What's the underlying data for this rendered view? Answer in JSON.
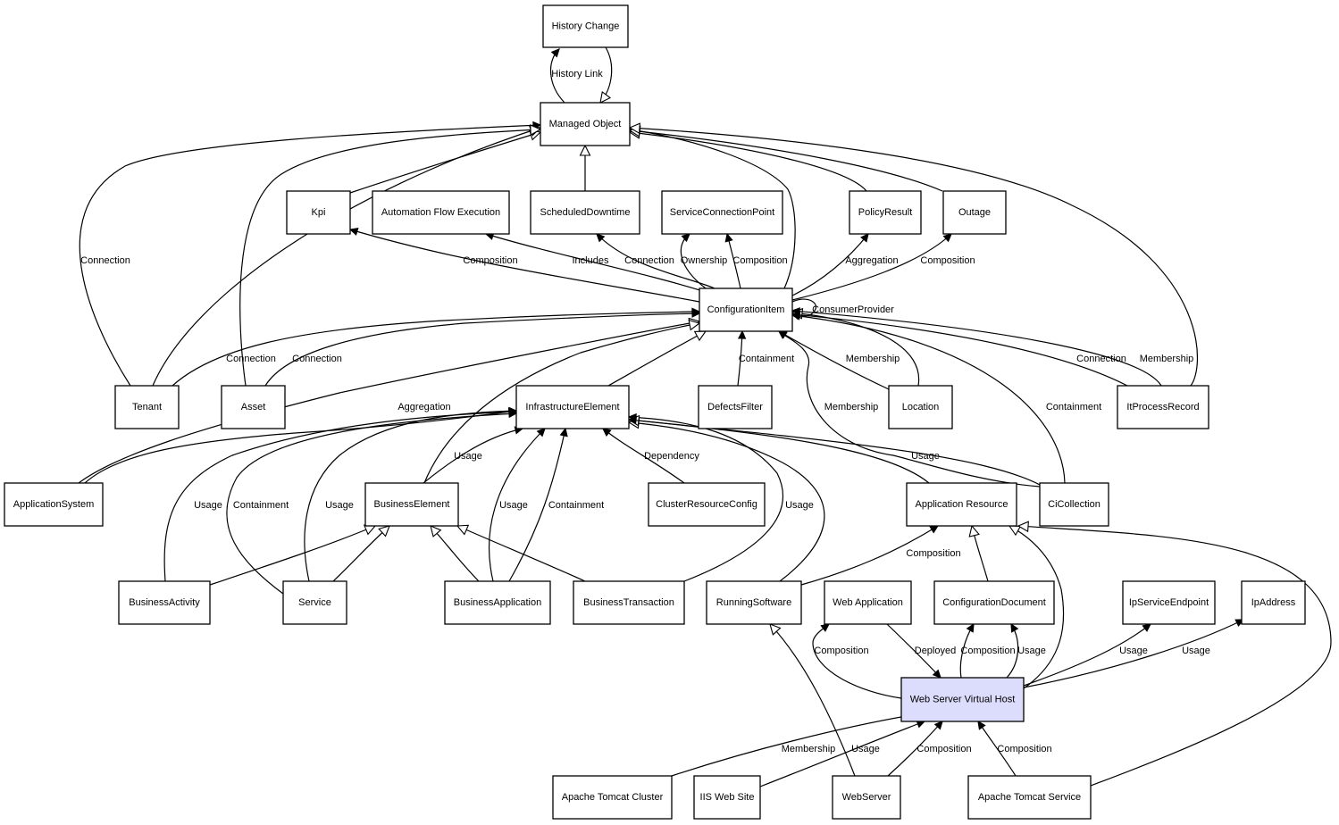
{
  "colors": {
    "highlight_fill": "#dcdcfc",
    "stroke": "#000000",
    "background": "#ffffff"
  },
  "nodes": [
    {
      "id": "history_change",
      "label": "History Change"
    },
    {
      "id": "managed_object",
      "label": "Managed Object"
    },
    {
      "id": "kpi",
      "label": "Kpi"
    },
    {
      "id": "automation_flow",
      "label": "Automation Flow Execution"
    },
    {
      "id": "scheduled_downtime",
      "label": "ScheduledDowntime"
    },
    {
      "id": "service_connection_point",
      "label": "ServiceConnectionPoint"
    },
    {
      "id": "policy_result",
      "label": "PolicyResult"
    },
    {
      "id": "outage",
      "label": "Outage"
    },
    {
      "id": "configuration_item",
      "label": "ConfigurationItem"
    },
    {
      "id": "tenant",
      "label": "Tenant"
    },
    {
      "id": "asset",
      "label": "Asset"
    },
    {
      "id": "infrastructure_element",
      "label": "InfrastructureElement"
    },
    {
      "id": "defects_filter",
      "label": "DefectsFilter"
    },
    {
      "id": "location",
      "label": "Location"
    },
    {
      "id": "it_process_record",
      "label": "ItProcessRecord"
    },
    {
      "id": "application_system",
      "label": "ApplicationSystem"
    },
    {
      "id": "business_element",
      "label": "BusinessElement"
    },
    {
      "id": "cluster_resource_config",
      "label": "ClusterResourceConfig"
    },
    {
      "id": "application_resource",
      "label": "Application Resource"
    },
    {
      "id": "ci_collection",
      "label": "CiCollection"
    },
    {
      "id": "business_activity",
      "label": "BusinessActivity"
    },
    {
      "id": "service",
      "label": "Service"
    },
    {
      "id": "business_application",
      "label": "BusinessApplication"
    },
    {
      "id": "business_transaction",
      "label": "BusinessTransaction"
    },
    {
      "id": "running_software",
      "label": "RunningSoftware"
    },
    {
      "id": "web_application",
      "label": "Web Application"
    },
    {
      "id": "configuration_document",
      "label": "ConfigurationDocument"
    },
    {
      "id": "ip_service_endpoint",
      "label": "IpServiceEndpoint"
    },
    {
      "id": "ip_address",
      "label": "IpAddress"
    },
    {
      "id": "web_server_virtual_host",
      "label": "Web Server Virtual Host",
      "highlighted": true
    },
    {
      "id": "apache_tomcat_cluster",
      "label": "Apache Tomcat Cluster"
    },
    {
      "id": "iis_web_site",
      "label": "IIS Web Site"
    },
    {
      "id": "web_server",
      "label": "WebServer"
    },
    {
      "id": "apache_tomcat_service",
      "label": "Apache Tomcat Service"
    }
  ],
  "edges": [
    {
      "id": "e1",
      "source": "managed_object",
      "target": "history_change",
      "arrow": "filled",
      "label": "History Link"
    },
    {
      "id": "e2",
      "source": "history_change",
      "target": "managed_object",
      "arrow": "hollow",
      "label": ""
    },
    {
      "id": "e3",
      "source": "scheduled_downtime",
      "target": "managed_object",
      "arrow": "hollow",
      "label": ""
    },
    {
      "id": "e4",
      "source": "kpi",
      "target": "managed_object",
      "arrow": "hollow",
      "label": ""
    },
    {
      "id": "e5",
      "source": "tenant",
      "target": "managed_object",
      "arrow": "hollow",
      "label": ""
    },
    {
      "id": "e6",
      "source": "tenant",
      "target": "managed_object",
      "arrow": "filled",
      "label": "Connection"
    },
    {
      "id": "e7",
      "source": "asset",
      "target": "managed_object",
      "arrow": "hollow",
      "label": ""
    },
    {
      "id": "e8",
      "source": "configuration_item",
      "target": "managed_object",
      "arrow": "hollow",
      "label": ""
    },
    {
      "id": "e9",
      "source": "policy_result",
      "target": "managed_object",
      "arrow": "hollow",
      "label": ""
    },
    {
      "id": "e10",
      "source": "outage",
      "target": "managed_object",
      "arrow": "hollow",
      "label": ""
    },
    {
      "id": "e11",
      "source": "it_process_record",
      "target": "managed_object",
      "arrow": "hollow",
      "label": ""
    },
    {
      "id": "e12",
      "source": "configuration_item",
      "target": "kpi",
      "arrow": "filled",
      "label": "Composition"
    },
    {
      "id": "e13",
      "source": "configuration_item",
      "target": "automation_flow",
      "arrow": "filled",
      "label": "Includes"
    },
    {
      "id": "e14",
      "source": "configuration_item",
      "target": "scheduled_downtime",
      "arrow": "filled",
      "label": "Connection"
    },
    {
      "id": "e15",
      "source": "configuration_item",
      "target": "service_connection_point",
      "arrow": "filled",
      "label": "Ownership"
    },
    {
      "id": "e16",
      "source": "configuration_item",
      "target": "service_connection_point",
      "arrow": "filled",
      "label": "Composition"
    },
    {
      "id": "e17",
      "source": "configuration_item",
      "target": "policy_result",
      "arrow": "filled",
      "label": "Aggregation"
    },
    {
      "id": "e18",
      "source": "configuration_item",
      "target": "outage",
      "arrow": "filled",
      "label": "Composition"
    },
    {
      "id": "e19",
      "source": "configuration_item",
      "target": "configuration_item",
      "arrow": "filled",
      "label": "ConsumerProvider"
    },
    {
      "id": "e20",
      "source": "tenant",
      "target": "configuration_item",
      "arrow": "filled",
      "label": "Connection"
    },
    {
      "id": "e21",
      "source": "asset",
      "target": "configuration_item",
      "arrow": "filled",
      "label": "Connection"
    },
    {
      "id": "e22",
      "source": "application_system",
      "target": "configuration_item",
      "arrow": "hollow",
      "label": ""
    },
    {
      "id": "e23",
      "source": "application_system",
      "target": "infrastructure_element",
      "arrow": "filled",
      "label": "Aggregation"
    },
    {
      "id": "e24",
      "source": "infrastructure_element",
      "target": "configuration_item",
      "arrow": "hollow",
      "label": ""
    },
    {
      "id": "e25",
      "source": "business_element",
      "target": "configuration_item",
      "arrow": "hollow",
      "label": ""
    },
    {
      "id": "e26",
      "source": "defects_filter",
      "target": "configuration_item",
      "arrow": "filled",
      "label": "Containment"
    },
    {
      "id": "e27",
      "source": "location",
      "target": "configuration_item",
      "arrow": "filled",
      "label": "Membership"
    },
    {
      "id": "e28",
      "source": "location",
      "target": "configuration_item",
      "arrow": "hollow",
      "label": ""
    },
    {
      "id": "e29",
      "source": "ci_collection",
      "target": "configuration_item",
      "arrow": "filled",
      "label": "Membership"
    },
    {
      "id": "e30",
      "source": "ci_collection",
      "target": "configuration_item",
      "arrow": "filled",
      "label": "Containment"
    },
    {
      "id": "e31",
      "source": "it_process_record",
      "target": "configuration_item",
      "arrow": "filled",
      "label": "Connection"
    },
    {
      "id": "e32",
      "source": "it_process_record",
      "target": "configuration_item",
      "arrow": "filled",
      "label": "Membership"
    },
    {
      "id": "e33",
      "source": "business_activity",
      "target": "infrastructure_element",
      "arrow": "filled",
      "label": "Usage"
    },
    {
      "id": "e34",
      "source": "service",
      "target": "infrastructure_element",
      "arrow": "filled",
      "label": "Containment"
    },
    {
      "id": "e35",
      "source": "service",
      "target": "infrastructure_element",
      "arrow": "filled",
      "label": "Usage"
    },
    {
      "id": "e36",
      "source": "business_element",
      "target": "infrastructure_element",
      "arrow": "filled",
      "label": "Usage"
    },
    {
      "id": "e37",
      "source": "business_application",
      "target": "infrastructure_element",
      "arrow": "filled",
      "label": "Usage"
    },
    {
      "id": "e38",
      "source": "business_application",
      "target": "infrastructure_element",
      "arrow": "filled",
      "label": "Containment"
    },
    {
      "id": "e39",
      "source": "cluster_resource_config",
      "target": "infrastructure_element",
      "arrow": "filled",
      "label": "Dependency"
    },
    {
      "id": "e40",
      "source": "business_transaction",
      "target": "infrastructure_element",
      "arrow": "filled",
      "label": "Usage"
    },
    {
      "id": "e41",
      "source": "running_software",
      "target": "infrastructure_element",
      "arrow": "hollow",
      "label": ""
    },
    {
      "id": "e42",
      "source": "application_resource",
      "target": "infrastructure_element",
      "arrow": "hollow",
      "label": ""
    },
    {
      "id": "e43",
      "source": "ci_collection",
      "target": "infrastructure_element",
      "arrow": "filled",
      "label": "Usage"
    },
    {
      "id": "e44",
      "source": "business_activity",
      "target": "business_element",
      "arrow": "hollow",
      "label": ""
    },
    {
      "id": "e45",
      "source": "service",
      "target": "business_element",
      "arrow": "hollow",
      "label": ""
    },
    {
      "id": "e46",
      "source": "business_application",
      "target": "business_element",
      "arrow": "hollow",
      "label": ""
    },
    {
      "id": "e47",
      "source": "business_transaction",
      "target": "business_element",
      "arrow": "hollow",
      "label": ""
    },
    {
      "id": "e48",
      "source": "running_software",
      "target": "application_resource",
      "arrow": "filled",
      "label": "Composition"
    },
    {
      "id": "e49",
      "source": "configuration_document",
      "target": "application_resource",
      "arrow": "hollow",
      "label": ""
    },
    {
      "id": "e50",
      "source": "web_server_virtual_host",
      "target": "application_resource",
      "arrow": "hollow",
      "label": ""
    },
    {
      "id": "e51",
      "source": "apache_tomcat_service",
      "target": "application_resource",
      "arrow": "hollow",
      "label": ""
    },
    {
      "id": "e52",
      "source": "web_server_virtual_host",
      "target": "web_application",
      "arrow": "filled",
      "label": "Composition"
    },
    {
      "id": "e53",
      "source": "web_application",
      "target": "web_server_virtual_host",
      "arrow": "filled",
      "label": "Deployed"
    },
    {
      "id": "e54",
      "source": "web_server_virtual_host",
      "target": "configuration_document",
      "arrow": "filled",
      "label": "Composition"
    },
    {
      "id": "e55",
      "source": "web_server_virtual_host",
      "target": "configuration_document",
      "arrow": "filled",
      "label": "Usage"
    },
    {
      "id": "e56",
      "source": "web_server_virtual_host",
      "target": "ip_service_endpoint",
      "arrow": "filled",
      "label": "Usage"
    },
    {
      "id": "e57",
      "source": "web_server_virtual_host",
      "target": "ip_address",
      "arrow": "filled",
      "label": "Usage"
    },
    {
      "id": "e58",
      "source": "apache_tomcat_cluster",
      "target": "web_server_virtual_host",
      "arrow": "filled",
      "label": "Membership"
    },
    {
      "id": "e59",
      "source": "iis_web_site",
      "target": "web_server_virtual_host",
      "arrow": "filled",
      "label": "Usage"
    },
    {
      "id": "e60",
      "source": "web_server",
      "target": "web_server_virtual_host",
      "arrow": "filled",
      "label": "Composition"
    },
    {
      "id": "e61",
      "source": "apache_tomcat_service",
      "target": "web_server_virtual_host",
      "arrow": "filled",
      "label": "Composition"
    },
    {
      "id": "e62",
      "source": "web_server",
      "target": "running_software",
      "arrow": "hollow",
      "label": ""
    }
  ]
}
